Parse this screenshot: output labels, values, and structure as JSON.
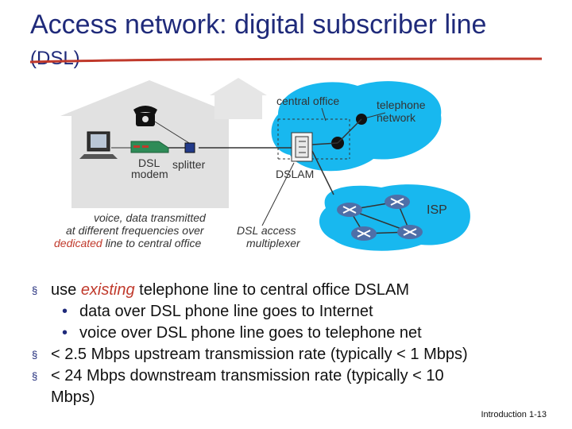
{
  "title_line1": "Access network: digital subscriber line",
  "title_line2": "(DSL)",
  "labels": {
    "central_office": "central office",
    "telephone_network_1": "telephone",
    "telephone_network_2": "network",
    "dsl_modem_1": "DSL",
    "dsl_modem_2": "modem",
    "splitter": "splitter",
    "dslam": "DSLAM",
    "isp": "ISP",
    "voice_line1": "voice, data transmitted",
    "voice_line2": "at different frequencies over",
    "voice_line3_accent": "dedicated",
    "voice_line3_rest": " line to central office",
    "dsl_access_1": "DSL access",
    "dsl_access_2": "multiplexer"
  },
  "bullets": {
    "b1_pre": "use ",
    "b1_accent": "existing",
    "b1_post": " telephone line to central office DSLAM",
    "b1_sub1": "data over DSL phone line goes to Internet",
    "b1_sub2": "voice over DSL phone line goes to telephone net",
    "b2": "< 2.5 Mbps upstream transmission rate (typically < 1 Mbps)",
    "b3_line1": "< 24 Mbps downstream transmission rate (typically < 10",
    "b3_line2": "Mbps)"
  },
  "footer": "Introduction 1-13",
  "colors": {
    "title": "#1f2a7a",
    "accent": "#c0392b",
    "cloud": "#18b8ef",
    "house": "#e1e1e1",
    "router": "#4e6fa8"
  }
}
